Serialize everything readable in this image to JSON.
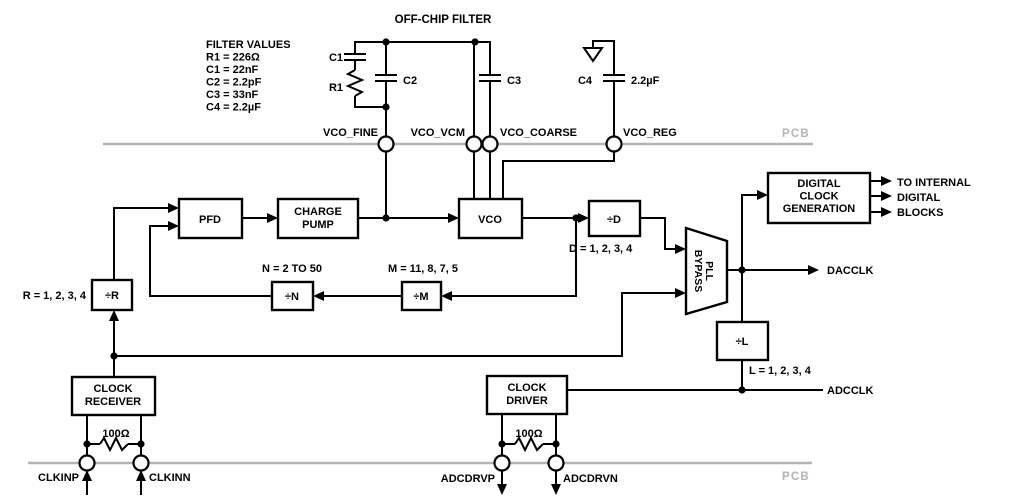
{
  "diagram": {
    "title": "OFF-CHIP FILTER",
    "filter_values": {
      "heading": "FILTER VALUES",
      "r1": "R1 = 226Ω",
      "c1": "C1 = 22nF",
      "c2": "C2 = 2.2pF",
      "c3": "C3 = 33nF",
      "c4": "C4 = 2.2µF"
    },
    "components": {
      "c1": "C1",
      "r1": "R1",
      "c2": "C2",
      "c3": "C3",
      "c4": "C4",
      "c4_value": "2.2µF"
    },
    "pcb_label": "PCB",
    "pins": {
      "vco_fine": "VCO_FINE",
      "vco_vcm": "VCO_VCM",
      "vco_coarse": "VCO_COARSE",
      "vco_reg": "VCO_REG",
      "clkinp": "CLKINP",
      "clkinn": "CLKINN",
      "adcdrvp": "ADCDRVP",
      "adcdrvn": "ADCDRVN"
    },
    "blocks": {
      "pfd": "PFD",
      "charge_pump": [
        "CHARGE",
        "PUMP"
      ],
      "vco": "VCO",
      "div_d": "÷D",
      "div_n": "÷N",
      "div_m": "÷M",
      "div_r": "÷R",
      "div_l": "÷L",
      "pll_bypass": [
        "PLL",
        "BYPASS"
      ],
      "digital_clock_generation": [
        "DIGITAL",
        "CLOCK",
        "GENERATION"
      ],
      "clock_receiver": [
        "CLOCK",
        "RECEIVER"
      ],
      "clock_driver": [
        "CLOCK",
        "DRIVER"
      ]
    },
    "ranges": {
      "r": "R = 1, 2, 3, 4",
      "n": "N = 2 TO 50",
      "m": "M = 11, 8, 7, 5",
      "d": "D = 1, 2, 3, 4",
      "l": "L = 1, 2, 3, 4"
    },
    "outputs": {
      "dacclk": "DACCLK",
      "adcclk": "ADCCLK",
      "internal": [
        "TO INTERNAL",
        "DIGITAL",
        "BLOCKS"
      ]
    },
    "resistors": {
      "termination": "100Ω"
    },
    "colors": {
      "line": "#000000",
      "pcb_gray": "#b4b4b4",
      "background": "#ffffff"
    }
  }
}
